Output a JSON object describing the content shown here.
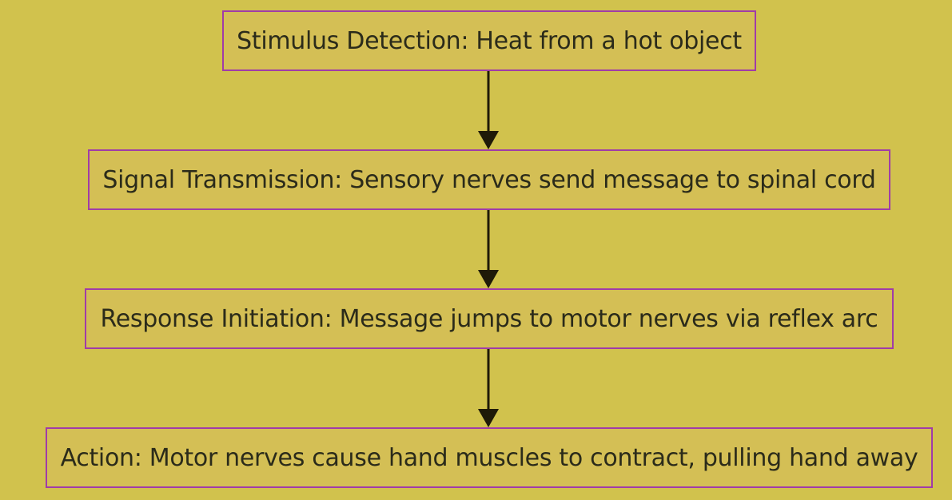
{
  "diagram": {
    "type": "flowchart",
    "direction": "top-to-bottom",
    "nodes": [
      {
        "id": "stimulus",
        "label": "Stimulus Detection: Heat from a hot object"
      },
      {
        "id": "transmission",
        "label": "Signal Transmission: Sensory nerves send message to spinal cord"
      },
      {
        "id": "initiation",
        "label": "Response Initiation: Message jumps to motor nerves via reflex arc"
      },
      {
        "id": "action",
        "label": "Action: Motor nerves cause hand muscles to contract, pulling hand away"
      }
    ],
    "edges": [
      {
        "from": "stimulus",
        "to": "transmission"
      },
      {
        "from": "transmission",
        "to": "initiation"
      },
      {
        "from": "initiation",
        "to": "action"
      }
    ]
  },
  "colors": {
    "background": "#d1c24d",
    "node_fill": "#d4bf55",
    "node_border": "#a03ca8",
    "text": "#2b2b1a",
    "arrow": "#1f1a08"
  }
}
